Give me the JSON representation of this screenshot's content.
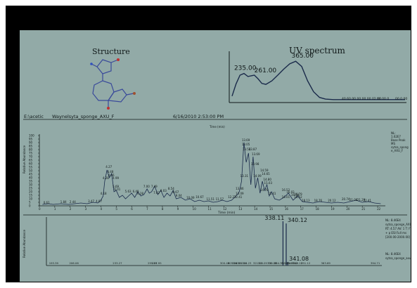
{
  "structure_title": "Structure",
  "uv_title": "UV spectrum",
  "header": {
    "file_path": "E:\\acetic",
    "sample_name": "Waynelsyta_sponge_AXU_F",
    "date": "6/16/2010 2:53:00 PM"
  },
  "colors": {
    "background": "#92aaa7",
    "border": "#000000",
    "trace": "#1a2a4a",
    "molecule_bond": "#3a4a9a",
    "molecule_red": "#c03030",
    "molecule_n": "#3050c0"
  },
  "chart_data": [
    {
      "type": "line",
      "title": "UV spectrum",
      "annotations": [
        "235.00",
        "261.00",
        "365.00"
      ],
      "peaks": [
        {
          "x": 235,
          "y": 0.62,
          "label": "235.00"
        },
        {
          "x": 261,
          "y": 0.58,
          "label": "261.00"
        },
        {
          "x": 365,
          "y": 0.9,
          "label": "365.00"
        }
      ],
      "x": [
        205,
        215,
        225,
        235,
        245,
        255,
        261,
        270,
        280,
        290,
        305,
        320,
        335,
        350,
        365,
        380,
        395,
        410,
        425,
        440,
        460,
        490,
        520,
        550,
        580,
        610,
        640
      ],
      "values": [
        0.1,
        0.38,
        0.58,
        0.62,
        0.55,
        0.57,
        0.58,
        0.5,
        0.39,
        0.37,
        0.45,
        0.58,
        0.72,
        0.84,
        0.9,
        0.78,
        0.45,
        0.2,
        0.07,
        0.03,
        0.02,
        0.02,
        0.02,
        0.02,
        0.02,
        0.02,
        0.02
      ],
      "tick_labels": [
        "40 60 00 00 00 00 02 00",
        "60 00 0",
        "00 0 00"
      ],
      "grid": false
    },
    {
      "type": "line",
      "title": "",
      "xlabel": "Time (min)",
      "ylabel": "Relative Abundance",
      "ylim": [
        0,
        100
      ],
      "y_ticks": [
        "100",
        "95",
        "90",
        "85",
        "80",
        "75",
        "70",
        "65",
        "60",
        "55",
        "50",
        "45",
        "40",
        "35",
        "30",
        "25",
        "20",
        "15",
        "10",
        "5",
        "0"
      ],
      "x_ticks": [
        "0",
        "1",
        "2",
        "3",
        "4",
        "5",
        "6",
        "7",
        "8",
        "9",
        "10",
        "11",
        "12",
        "13",
        "14",
        "15",
        "16",
        "17",
        "18",
        "19",
        "20",
        "21",
        "22"
      ],
      "xlim": [
        0,
        22.5
      ],
      "info": [
        "NL:",
        "1.62E7",
        "Base Peak",
        "MS",
        "sytsa_spong",
        "e_AXU_F"
      ],
      "x": [
        0.2,
        0.6,
        0.9,
        1.4,
        1.9,
        2.3,
        2.7,
        3.1,
        3.5,
        3.8,
        4.0,
        4.15,
        4.25,
        4.4,
        4.55,
        4.7,
        4.85,
        5.0,
        5.2,
        5.4,
        5.6,
        5.8,
        6.0,
        6.2,
        6.4,
        6.6,
        6.8,
        7.0,
        7.15,
        7.3,
        7.5,
        7.7,
        7.9,
        8.1,
        8.3,
        8.5,
        8.7,
        8.9,
        9.2,
        9.5,
        9.8,
        10.1,
        10.4,
        10.7,
        11.0,
        11.3,
        11.6,
        11.9,
        12.2,
        12.5,
        12.8,
        13.0,
        13.15,
        13.3,
        13.45,
        13.6,
        13.75,
        13.9,
        14.05,
        14.2,
        14.35,
        14.5,
        14.65,
        14.8,
        14.95,
        15.1,
        15.3,
        15.6,
        15.9,
        16.2,
        16.5,
        16.8,
        17.1,
        17.4,
        17.8,
        18.2,
        18.6,
        19.0,
        19.4,
        19.8,
        20.2,
        20.6,
        21.0,
        21.4,
        21.8,
        22.2
      ],
      "values": [
        2,
        3,
        2,
        3,
        2,
        3,
        4,
        3,
        5,
        4,
        8,
        14,
        35,
        51,
        40,
        46,
        20,
        22,
        12,
        15,
        10,
        14,
        18,
        12,
        20,
        14,
        16,
        24,
        18,
        20,
        28,
        16,
        22,
        12,
        18,
        14,
        22,
        10,
        12,
        8,
        10,
        6,
        8,
        6,
        7,
        5,
        6,
        8,
        6,
        8,
        14,
        20,
        35,
        90,
        62,
        75,
        30,
        70,
        25,
        40,
        18,
        35,
        22,
        30,
        14,
        20,
        10,
        8,
        12,
        18,
        8,
        14,
        6,
        5,
        4,
        6,
        5,
        4,
        5,
        4,
        6,
        8,
        5,
        6,
        4,
        3
      ],
      "peak_labels": [
        {
          "x": 0.4,
          "y": 2,
          "label": "0.61"
        },
        {
          "x": 1.5,
          "y": 3,
          "label": "1.84"
        },
        {
          "x": 2.1,
          "y": 3,
          "label": "2.44"
        },
        {
          "x": 3.3,
          "y": 4,
          "label": "3.47"
        },
        {
          "x": 3.8,
          "y": 4,
          "label": "4.07"
        },
        {
          "x": 4.25,
          "y": 37,
          "label": "4.28"
        },
        {
          "x": 4.45,
          "y": 53,
          "label": "4.27"
        },
        {
          "x": 4.55,
          "y": 46,
          "label": "4.48"
        },
        {
          "x": 4.6,
          "y": 41,
          "label": "4.66"
        },
        {
          "x": 4.9,
          "y": 37,
          "label": "4.99"
        },
        {
          "x": 4.9,
          "y": 25,
          "label": "5.69"
        },
        {
          "x": 5.0,
          "y": 21,
          "label": "6.01"
        },
        {
          "x": 4.1,
          "y": 15,
          "label": "4.18"
        },
        {
          "x": 5.7,
          "y": 18,
          "label": "5.63"
        },
        {
          "x": 6.2,
          "y": 18,
          "label": "6.49"
        },
        {
          "x": 6.5,
          "y": 15,
          "label": "6.28"
        },
        {
          "x": 6.9,
          "y": 25,
          "label": "7.00"
        },
        {
          "x": 7.4,
          "y": 25,
          "label": "7.49"
        },
        {
          "x": 7.55,
          "y": 16,
          "label": "7.62"
        },
        {
          "x": 8.0,
          "y": 19,
          "label": "8.03"
        },
        {
          "x": 8.5,
          "y": 22,
          "label": "8.54"
        },
        {
          "x": 8.8,
          "y": 17,
          "label": "8.67"
        },
        {
          "x": 9.0,
          "y": 12,
          "label": "9.04"
        },
        {
          "x": 9.7,
          "y": 9,
          "label": "10.09"
        },
        {
          "x": 10.3,
          "y": 10,
          "label": "10.67"
        },
        {
          "x": 11.0,
          "y": 7,
          "label": "11.51"
        },
        {
          "x": 11.6,
          "y": 7,
          "label": "11.57"
        },
        {
          "x": 12.4,
          "y": 10,
          "label": "12.27"
        },
        {
          "x": 12.8,
          "y": 10,
          "label": "12.41"
        },
        {
          "x": 12.9,
          "y": 22,
          "label": "13.46"
        },
        {
          "x": 12.9,
          "y": 15,
          "label": "13.09"
        },
        {
          "x": 13.2,
          "y": 40,
          "label": "13.31"
        },
        {
          "x": 13.3,
          "y": 91,
          "label": "13.69"
        },
        {
          "x": 13.3,
          "y": 85,
          "label": "13.05"
        },
        {
          "x": 13.35,
          "y": 78,
          "label": "13.54"
        },
        {
          "x": 13.75,
          "y": 78,
          "label": "13.87"
        },
        {
          "x": 13.9,
          "y": 57,
          "label": "13.98"
        },
        {
          "x": 13.95,
          "y": 71,
          "label": "13.69"
        },
        {
          "x": 14.05,
          "y": 40,
          "label": "14.09"
        },
        {
          "x": 14.5,
          "y": 48,
          "label": "14.59"
        },
        {
          "x": 14.6,
          "y": 43,
          "label": "14.65"
        },
        {
          "x": 14.7,
          "y": 35,
          "label": "14.80"
        },
        {
          "x": 14.75,
          "y": 30,
          "label": "15.03"
        },
        {
          "x": 14.5,
          "y": 20,
          "label": "14.78"
        },
        {
          "x": 15.0,
          "y": 15,
          "label": "15.41"
        },
        {
          "x": 15.9,
          "y": 10,
          "label": "16.01"
        },
        {
          "x": 15.9,
          "y": 20,
          "label": "16.52"
        },
        {
          "x": 16.2,
          "y": 17,
          "label": "16.02"
        },
        {
          "x": 16.5,
          "y": 13,
          "label": "16.58"
        },
        {
          "x": 16.7,
          "y": 10,
          "label": "16.62"
        },
        {
          "x": 16.7,
          "y": 14,
          "label": "16.79"
        },
        {
          "x": 17.2,
          "y": 5,
          "label": "18.13"
        },
        {
          "x": 18.0,
          "y": 5,
          "label": "18.76"
        },
        {
          "x": 18.9,
          "y": 5,
          "label": "20.12"
        },
        {
          "x": 19.8,
          "y": 7,
          "label": "20.74"
        },
        {
          "x": 20.3,
          "y": 6,
          "label": "21.08"
        },
        {
          "x": 20.8,
          "y": 6,
          "label": "21.29"
        },
        {
          "x": 21.2,
          "y": 5,
          "label": "22.41"
        }
      ]
    },
    {
      "type": "bar",
      "title": "",
      "ylabel": "Relative Abundance",
      "annotations": [
        "338.11",
        "340.12",
        "341.08"
      ],
      "peaks": [
        {
          "x": 338.11,
          "y": 100,
          "label": "338.11"
        },
        {
          "x": 340.12,
          "y": 95,
          "label": "340.12"
        },
        {
          "x": 341.08,
          "y": 8,
          "label": "341.08"
        }
      ],
      "baseline_labels": [
        "193.39",
        "206.06",
        "233.27",
        "255.19",
        "257.95",
        "300.46",
        "305.24",
        "308.09",
        "311.19",
        "314.23",
        "321.13",
        "324.09",
        "330.15",
        "330.11",
        "334.35",
        "338.09",
        "341.07",
        "343.12",
        "346.12",
        "351.12",
        "363.69",
        "394.71"
      ],
      "info": [
        "NL: 8.46E4",
        "sytsa_sponge_AXU_F#4136",
        "RT: 4.57 AV: 1 T: FTMS",
        "+ p ESI Full ms",
        "[200.00-2000.00]"
      ],
      "info_2": [
        "NL: 8.46E4",
        "sytsa_sponge_axu_f4x/fore"
      ]
    }
  ]
}
